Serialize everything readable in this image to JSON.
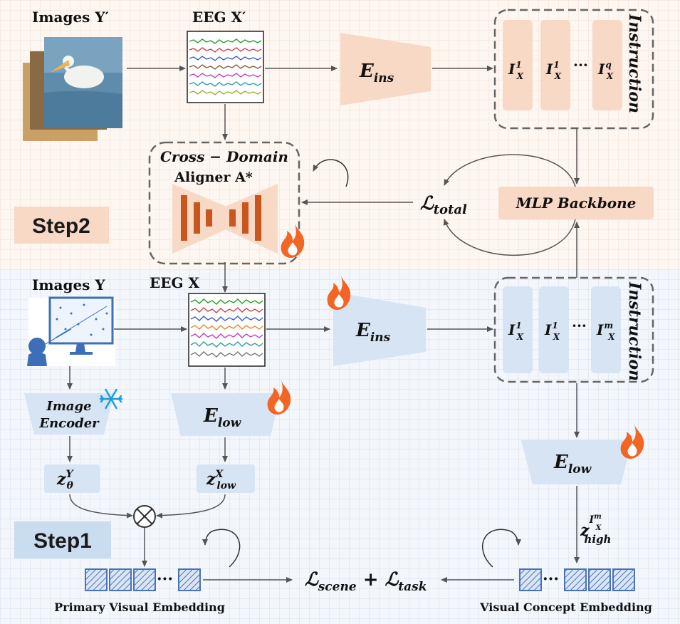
{
  "colors": {
    "step2_bg": "#fdf3ec",
    "step1_bg": "#eef3fa",
    "peach": "#f8d9c6",
    "blue": "#d6e4f3",
    "blue_dark": "#4a72b8",
    "flame": "#f26522",
    "conv": "#c8561e"
  },
  "top": {
    "images_label": "Images Y′",
    "eeg_label": "EEG X′",
    "e_ins": "E",
    "e_ins_sub": "ins",
    "instruction": "Instruction",
    "tokens": [
      {
        "base": "I",
        "sup": "1",
        "sub": "X"
      },
      {
        "base": "I",
        "sup": "1",
        "sub": "X"
      },
      {
        "base": "I",
        "sup": "q",
        "sub": "X"
      }
    ],
    "dots": "···"
  },
  "aligner": {
    "title": "Cross − Domain",
    "subtitle": "Aligner A*"
  },
  "loss_total": {
    "base": "ℒ",
    "sub": "total"
  },
  "mlp": "MLP Backbone",
  "step2": "Step2",
  "step1": "Step1",
  "bottom": {
    "images_label": "Images Y",
    "eeg_label": "EEG X",
    "e_ins": "E",
    "e_ins_sub": "ins",
    "instruction": "Instruction",
    "tokens": [
      {
        "base": "I",
        "sup": "1",
        "sub": "X"
      },
      {
        "base": "I",
        "sup": "1",
        "sub": "X"
      },
      {
        "base": "I",
        "sup": "m",
        "sub": "X"
      }
    ],
    "dots": "···",
    "image_encoder_1": "Image",
    "image_encoder_2": "Encoder",
    "e_low": "E",
    "e_low_sub": "low",
    "e_low_right": "E",
    "e_low_right_sub": "low",
    "z_theta": {
      "base": "z",
      "sup": "Y",
      "sub": "θ"
    },
    "z_low": {
      "base": "z",
      "sup": "X",
      "sub": "low"
    },
    "z_high": {
      "base": "z",
      "sup": "I",
      "supsub": "X",
      "supsup": "m",
      "sub": "high"
    },
    "loss_main": "ℒ",
    "loss_scene_sub": "scene",
    "loss_plus": " + ℒ",
    "loss_task_sub": "task",
    "primary_label": "Primary Visual Embedding",
    "concept_label": "Visual Concept Embedding",
    "ellipsis": "···"
  }
}
